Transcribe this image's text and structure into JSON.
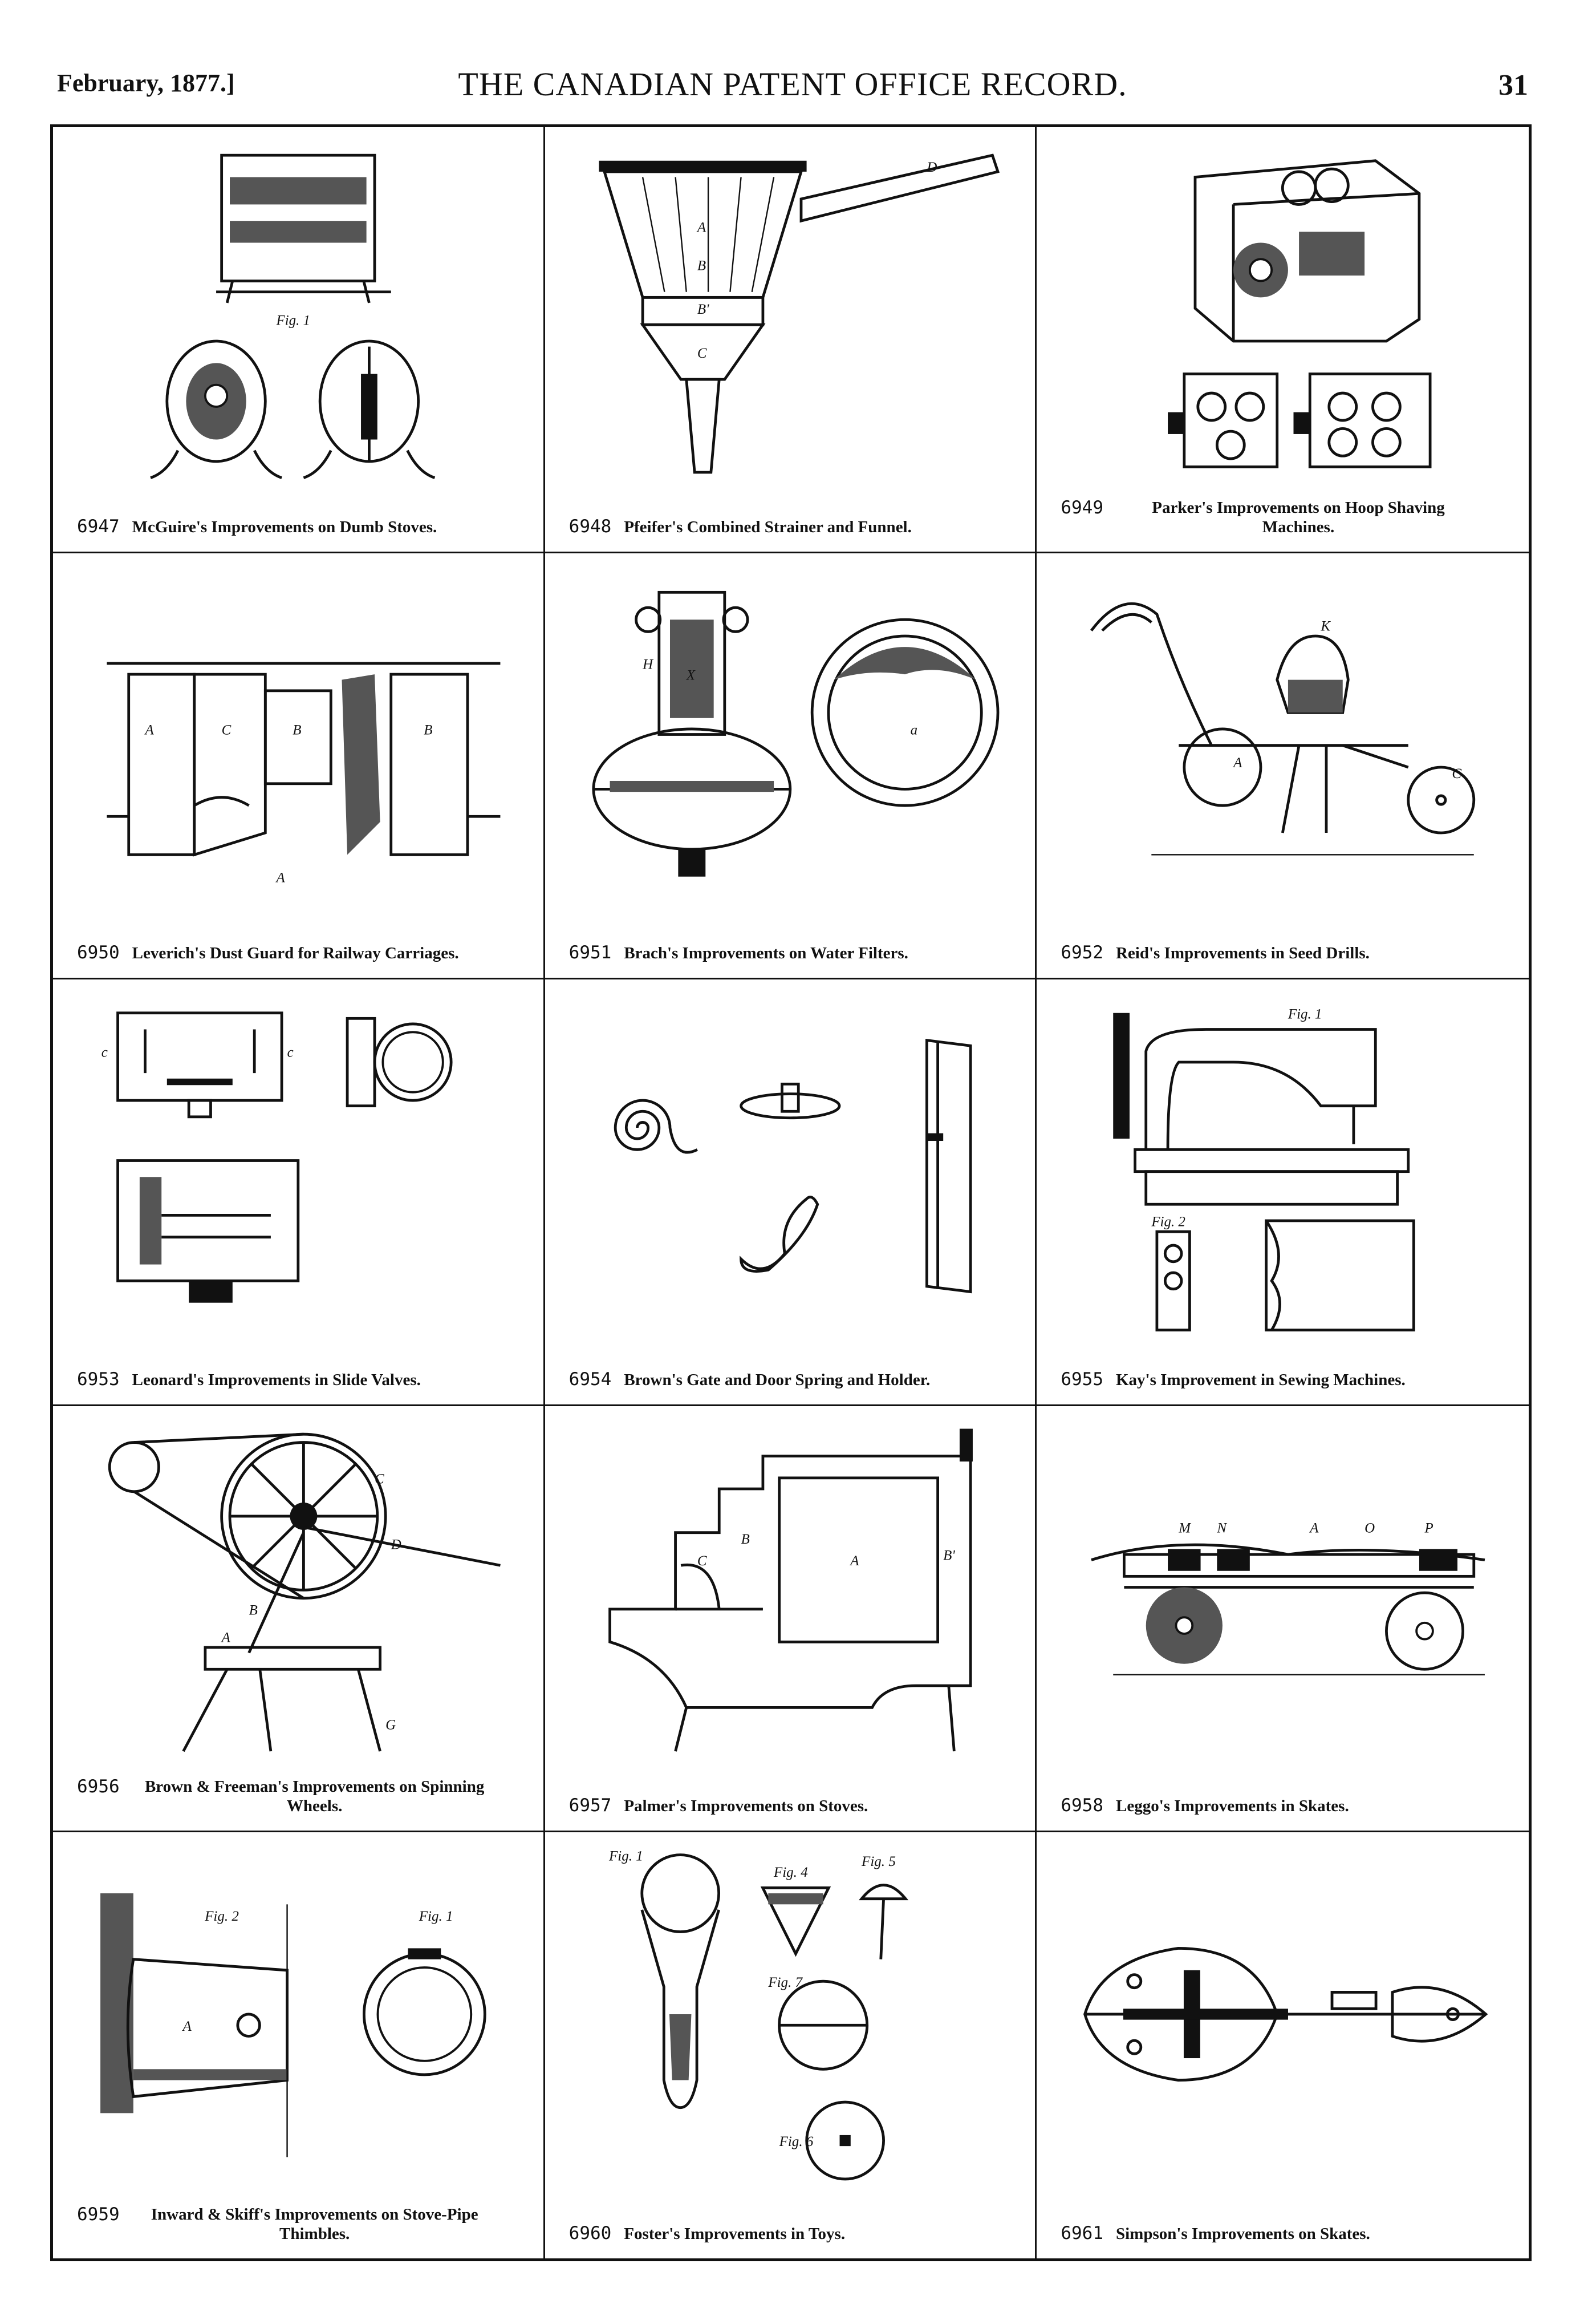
{
  "header": {
    "date": "February, 1877.]",
    "title": "THE CANADIAN PATENT OFFICE RECORD.",
    "page_number": "31"
  },
  "patents": [
    {
      "number": "6947",
      "title": "McGuire's Improvements on Dumb Stoves."
    },
    {
      "number": "6948",
      "title": "Pfeifer's Combined Strainer and Funnel."
    },
    {
      "number": "6949",
      "title": "Parker's Improvements on Hoop Shaving Machines."
    },
    {
      "number": "6950",
      "title": "Leverich's Dust Guard for Railway Carriages."
    },
    {
      "number": "6951",
      "title": "Brach's Improvements on Water Filters."
    },
    {
      "number": "6952",
      "title": "Reid's Improvements in Seed Drills."
    },
    {
      "number": "6953",
      "title": "Leonard's Improvements in Slide Valves."
    },
    {
      "number": "6954",
      "title": "Brown's Gate and Door Spring and Holder."
    },
    {
      "number": "6955",
      "title": "Kay's Improvement in Sewing Machines."
    },
    {
      "number": "6956",
      "title": "Brown & Freeman's Improvements on Spinning Wheels."
    },
    {
      "number": "6957",
      "title": "Palmer's Improvements on Stoves."
    },
    {
      "number": "6958",
      "title": "Leggo's Improvements in Skates."
    },
    {
      "number": "6959",
      "title": "Inward & Skiff's Improvements on Stove-Pipe Thimbles."
    },
    {
      "number": "6960",
      "title": "Foster's Improvements in Toys."
    },
    {
      "number": "6961",
      "title": "Simpson's Improvements on Skates."
    }
  ]
}
